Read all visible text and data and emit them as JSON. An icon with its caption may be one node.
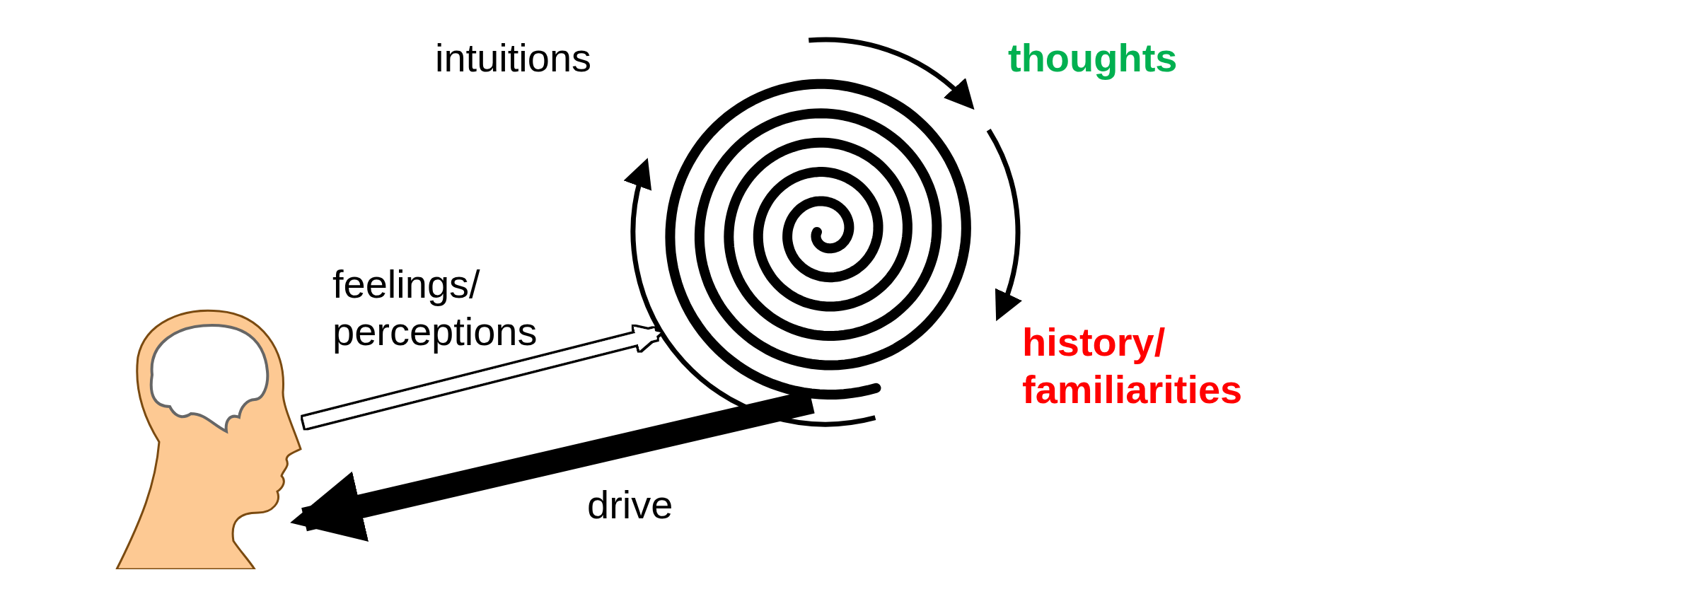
{
  "diagram": {
    "nodes": [
      {
        "text": [],
        "shape": "person"
      },
      {
        "text": [],
        "shape": "spiral"
      }
    ],
    "edges": [
      {
        "from": 1,
        "to": 0,
        "arrow": "to",
        "label": "drive",
        "style": "thick"
      },
      {
        "from": 0,
        "to": 1,
        "arrow": "to",
        "label": "feelings/ perceptions",
        "color": "#ffffff"
      }
    ],
    "labels": [
      "intuitions",
      "thoughts",
      "history/ familiarities"
    ]
  }
}
